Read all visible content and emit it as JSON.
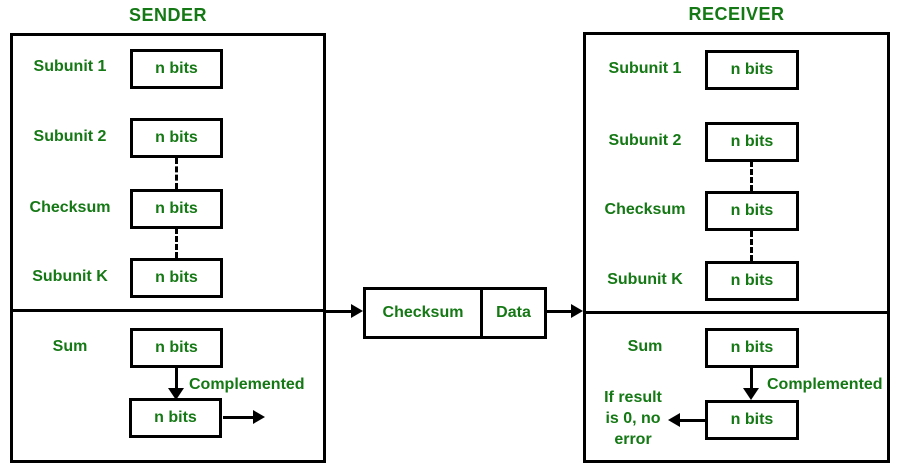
{
  "colors": {
    "text_green": "#147814",
    "line_black": "#000000",
    "background": "#ffffff"
  },
  "sender": {
    "title": "SENDER",
    "rows": [
      {
        "label": "Subunit 1",
        "value": "n bits"
      },
      {
        "label": "Subunit 2",
        "value": "n bits"
      },
      {
        "label": "Checksum",
        "value": "n bits"
      },
      {
        "label": "Subunit K",
        "value": "n bits"
      }
    ],
    "sum": {
      "label": "Sum",
      "value": "n bits"
    },
    "complemented_label": "Complemented",
    "complemented_value": "n bits"
  },
  "channel": {
    "checksum": "Checksum",
    "data": "Data"
  },
  "receiver": {
    "title": "RECEIVER",
    "rows": [
      {
        "label": "Subunit 1",
        "value": "n bits"
      },
      {
        "label": "Subunit 2",
        "value": "n bits"
      },
      {
        "label": "Checksum",
        "value": "n bits"
      },
      {
        "label": "Subunit K",
        "value": "n bits"
      }
    ],
    "sum": {
      "label": "Sum",
      "value": "n bits"
    },
    "complemented_label": "Complemented",
    "complemented_value": "n bits",
    "result_note": [
      "If result",
      "is 0, no",
      "error"
    ]
  }
}
